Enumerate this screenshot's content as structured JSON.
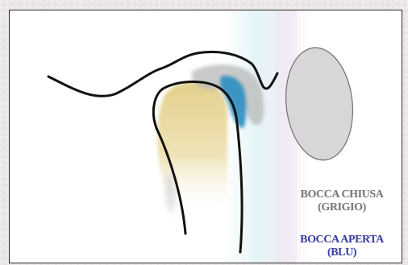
{
  "diagram": {
    "labels": {
      "closed_line1": "BOCCA CHIUSA",
      "closed_line2": "(GRIGIO)",
      "open_line1": "BOCCA APERTA",
      "open_line2": "(BLU)"
    },
    "colors": {
      "closed": "#7a7878",
      "open": "#3b3ea3",
      "tongue_fill": "#e2cf8a",
      "blue_region": "#2f8fc0",
      "grey_region": "#b9b9b9"
    }
  }
}
